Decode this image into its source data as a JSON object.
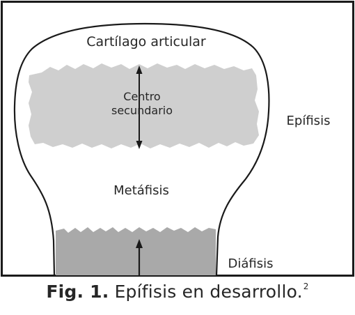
{
  "diagram": {
    "labels": {
      "articular_cartilage": "Cartílago articular",
      "secondary_center_line1": "Centro",
      "secondary_center_line2": "secundario",
      "epiphysis": "Epífisis",
      "metaphysis": "Metáfisis",
      "diaphysis": "Diáfisis"
    },
    "colors": {
      "frame": "#1a1a1a",
      "outline": "#1a1a1a",
      "secondary_center_fill": "#cfcfcf",
      "diaphysis_fill": "#a9a9a9",
      "text": "#262626",
      "arrow": "#1a1a1a"
    }
  },
  "caption": {
    "label": "Fig. 1.",
    "text": "Epífisis en desarrollo.",
    "reference": "2"
  }
}
